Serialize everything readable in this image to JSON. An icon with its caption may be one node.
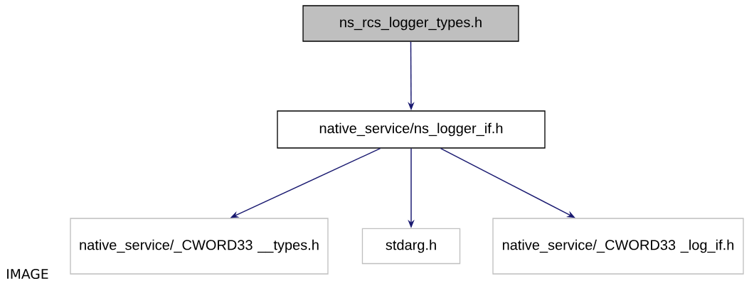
{
  "diagram": {
    "nodes": [
      {
        "text": [
          "ns_rcs_logger_types.h"
        ]
      },
      {
        "text": [
          "native_service/ns_logger_if.h"
        ]
      },
      {
        "text": [
          "native_service/_CWORD33 __types.h"
        ]
      },
      {
        "text": [
          "stdarg.h"
        ]
      },
      {
        "text": [
          "native_service/_CWORD33 _log_if.h"
        ]
      }
    ],
    "edges": [
      {
        "from": 0,
        "to": 1,
        "arrow": "to"
      },
      {
        "from": 1,
        "to": 2,
        "arrow": "to"
      },
      {
        "from": 1,
        "to": 3,
        "arrow": "to"
      },
      {
        "from": 1,
        "to": 4,
        "arrow": "to"
      }
    ],
    "labels": [
      "IMAGE"
    ]
  }
}
